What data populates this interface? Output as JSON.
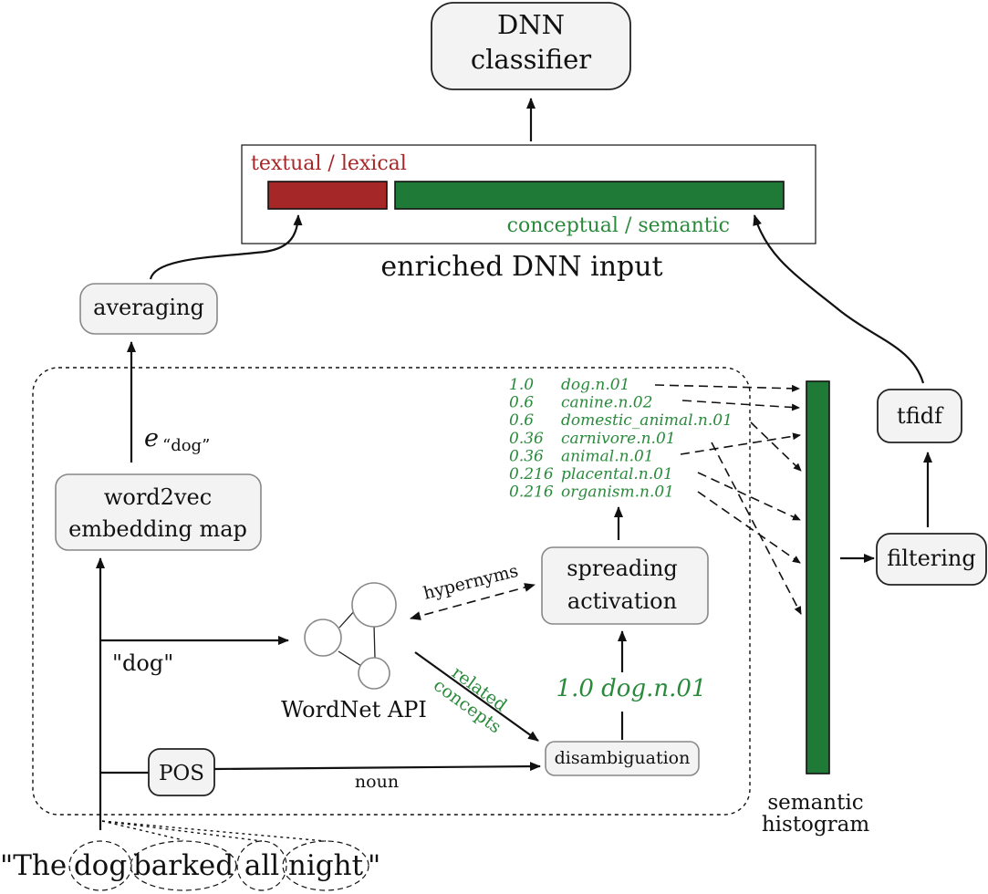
{
  "colors": {
    "lexical": "#a62727",
    "semantic": "#1f7a37",
    "semantic_text": "#2a8a3c",
    "box_fill": "#f3f3f3"
  },
  "nodes": {
    "dnn_classifier": [
      "DNN",
      "classifier"
    ],
    "averaging": "averaging",
    "word2vec": [
      "word2vec",
      "embedding map"
    ],
    "wordnet_api": "WordNet API",
    "spreading_activation": [
      "spreading",
      "activation"
    ],
    "disambiguation": "disambiguation",
    "pos": "POS",
    "tfidf": "tfidf",
    "filtering": "filtering",
    "semantic_histogram": [
      "semantic",
      "histogram"
    ]
  },
  "enriched_input": {
    "caption": "enriched DNN input",
    "lexical_label": "textual / lexical",
    "semantic_label": "conceptual / semantic"
  },
  "embedding_label": {
    "symbol": "e",
    "subscript": "“dog”"
  },
  "edge_labels": {
    "dog_token": "\"dog\"",
    "noun": "noun",
    "hypernyms": "hypernyms",
    "related_concepts": [
      "related",
      "concepts"
    ],
    "disambiguated": "1.0 dog.n.01"
  },
  "concepts": [
    {
      "weight": "1.0",
      "synset": "dog.n.01"
    },
    {
      "weight": "0.6",
      "synset": "canine.n.02"
    },
    {
      "weight": "0.6",
      "synset": "domestic_animal.n.01"
    },
    {
      "weight": "0.36",
      "synset": "carnivore.n.01"
    },
    {
      "weight": "0.36",
      "synset": "animal.n.01"
    },
    {
      "weight": "0.216",
      "synset": "placental.n.01"
    },
    {
      "weight": "0.216",
      "synset": "organism.n.01"
    }
  ],
  "sentence": {
    "open_quote": "\"The",
    "words": [
      "dog",
      "barked",
      "all",
      "night"
    ],
    "close_quote": "\""
  }
}
